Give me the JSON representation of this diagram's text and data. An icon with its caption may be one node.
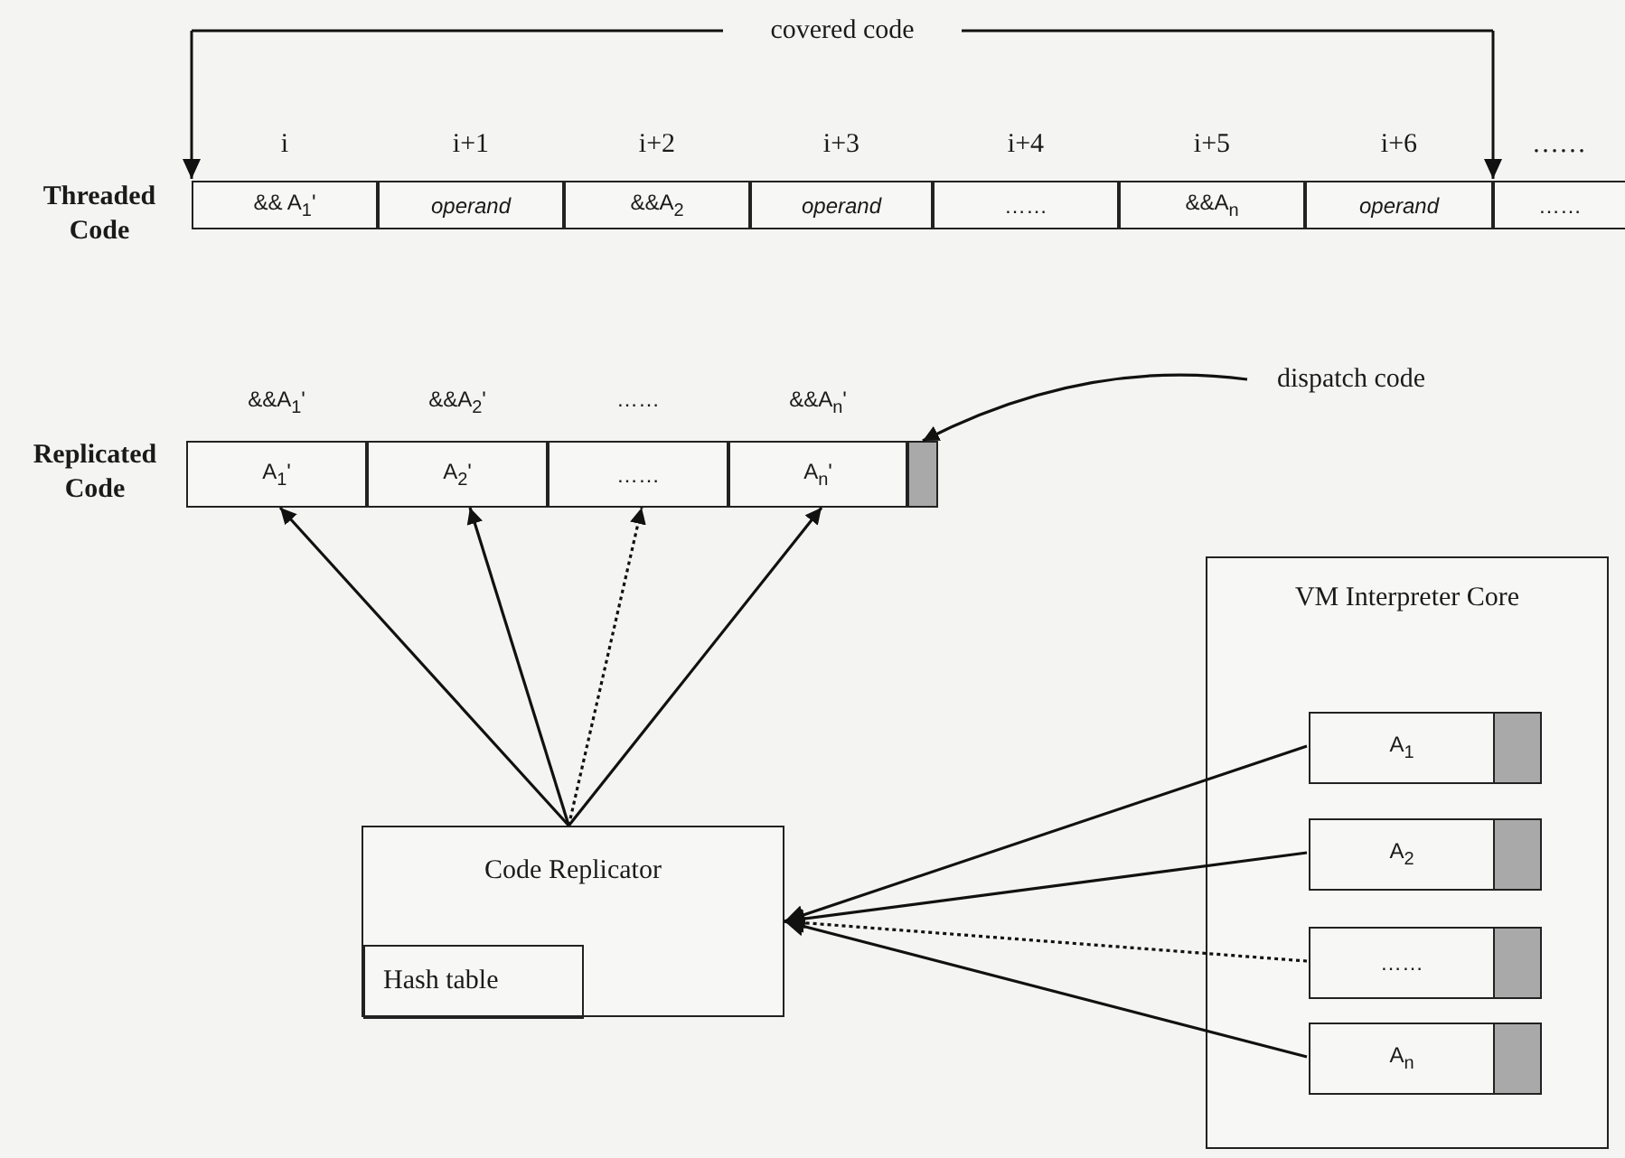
{
  "diagram": {
    "nodes": [
      {
        "text": [
          "&& A$_{1}$'"
        ],
        "beside": [
          "i"
        ]
      },
      {
        "text": [
          "operand"
        ],
        "beside": [
          "i+1"
        ]
      },
      {
        "text": [
          "&&A$_{2}$"
        ],
        "beside": [
          "i+2"
        ]
      },
      {
        "text": [
          "operand"
        ],
        "beside": [
          "i+3"
        ]
      },
      {
        "text": [
          "……"
        ],
        "beside": [
          "i+4"
        ]
      },
      {
        "text": [
          "&&A$_{n}$"
        ],
        "beside": [
          "i+5"
        ]
      },
      {
        "text": [
          "operand"
        ],
        "beside": [
          "i+6"
        ]
      },
      {
        "text": [
          "……"
        ],
        "beside": [
          "……"
        ]
      },
      {
        "text": [
          "A$_{1}$'"
        ],
        "beside": [
          "&&A$_{1}$'"
        ]
      },
      {
        "text": [
          "A$_{2}$'"
        ],
        "beside": [
          "&&A$_{2}$'"
        ]
      },
      {
        "text": [
          "……"
        ],
        "beside": [
          "……"
        ]
      },
      {
        "text": [
          "A$_{n}$'"
        ],
        "beside": [
          "&&A$_{n}$'"
        ]
      },
      {
        "text": [],
        "shape": "box"
      },
      {
        "text": [
          "dispatch code"
        ]
      },
      {
        "text": [
          "VM Interpreter Core"
        ]
      },
      {
        "text": [
          "A$_{1}$"
        ],
        "in": 14
      },
      {
        "text": [],
        "shape": "box",
        "in": 14
      },
      {
        "text": [
          "A$_{2}$"
        ],
        "in": 14
      },
      {
        "text": [],
        "shape": "box",
        "in": 14
      },
      {
        "text": [
          "……"
        ],
        "in": 14
      },
      {
        "text": [],
        "shape": "box",
        "in": 14
      },
      {
        "text": [
          "A$_{n}$"
        ],
        "in": 14
      },
      {
        "text": [],
        "shape": "box",
        "in": 14
      },
      {
        "text": [
          "Code Replicator"
        ]
      },
      {
        "text": [
          "Hash table"
        ],
        "in": 23
      }
    ],
    "edges": [
      {
        "from": 13,
        "to": 12,
        "arrow": "to"
      },
      {
        "from": 23,
        "to": 8,
        "arrow": "to"
      },
      {
        "from": 23,
        "to": 9,
        "arrow": "to"
      },
      {
        "from": 23,
        "to": 10,
        "arrow": "to",
        "style": "dashed"
      },
      {
        "from": 23,
        "to": 11,
        "arrow": "to"
      },
      {
        "from": 15,
        "to": 23,
        "arrow": "to"
      },
      {
        "from": 17,
        "to": 23,
        "arrow": "to"
      },
      {
        "from": 19,
        "to": 23,
        "arrow": "to",
        "style": "dashed"
      },
      {
        "from": 21,
        "to": 23,
        "arrow": "to"
      }
    ],
    "labels": [
      "covered code",
      "Threaded Code",
      "Replicated Code"
    ]
  }
}
